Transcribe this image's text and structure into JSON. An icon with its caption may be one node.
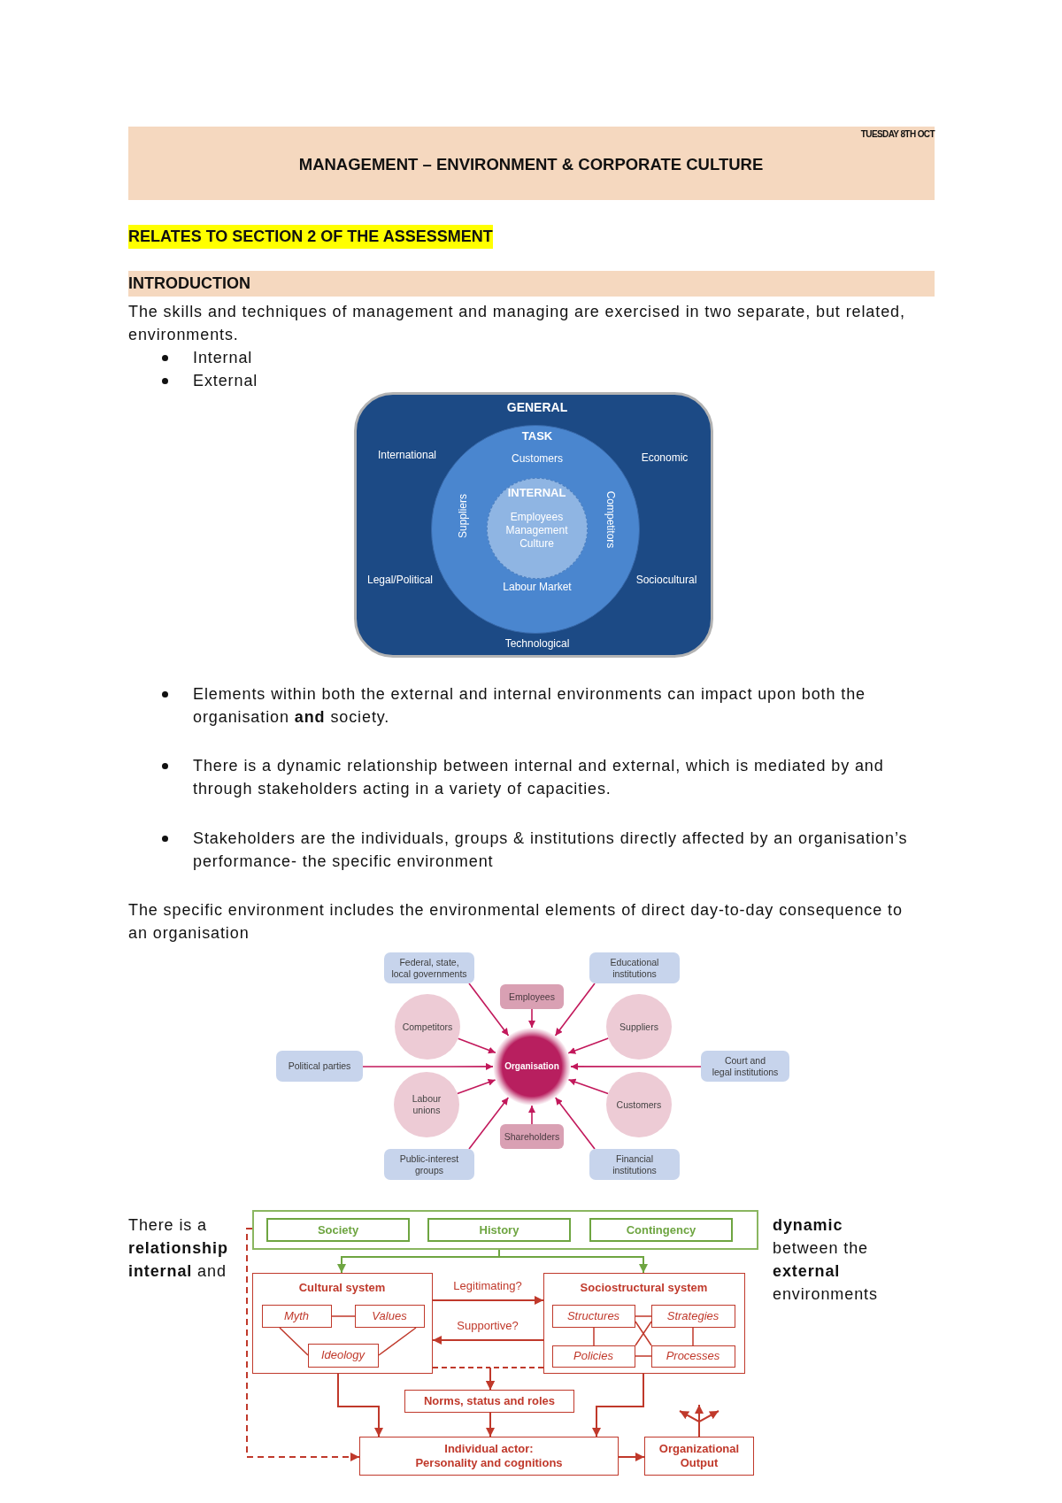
{
  "diagram": {
    "title": "MANAGEMENT – ENVIRONMENT & CORPORATE CULTURE",
    "nodes": [
      {
        "text": [
          "GENERAL",
          "International",
          "Economic",
          "Legal/Political",
          "Sociocultural",
          "Technological"
        ]
      },
      {
        "text": [
          "TASK",
          "Customers",
          "Suppliers",
          "Competitors",
          "Labour Market"
        ],
        "in": 0
      },
      {
        "text": [
          "INTERNAL",
          "Employees Management Culture"
        ],
        "in": 1
      },
      {
        "text": [
          "Federal, state, local governments"
        ]
      },
      {
        "text": [
          "Educational institutions"
        ]
      },
      {
        "text": [
          "Employees"
        ]
      },
      {
        "text": [
          "Competitors"
        ]
      },
      {
        "text": [
          "Suppliers"
        ]
      },
      {
        "text": [
          "Political parties"
        ]
      },
      {
        "text": [
          "Organisation"
        ]
      },
      {
        "text": [
          "Court and legal institutions"
        ]
      },
      {
        "text": [
          "Labour unions"
        ]
      },
      {
        "text": [
          "Customers"
        ]
      },
      {
        "text": [
          "Shareholders"
        ]
      },
      {
        "text": [
          "Public-interest groups"
        ]
      },
      {
        "text": [
          "Financial institutions"
        ]
      },
      {
        "text": [],
        "shape": "box"
      },
      {
        "text": [
          "Society"
        ],
        "in": 16
      },
      {
        "text": [
          "History"
        ],
        "in": 16
      },
      {
        "text": [
          "Contingency"
        ],
        "in": 16
      },
      {
        "text": [
          "Cultural system"
        ]
      },
      {
        "text": [
          "Myth"
        ],
        "in": 20
      },
      {
        "text": [
          "Values"
        ],
        "in": 20
      },
      {
        "text": [
          "Ideology"
        ],
        "in": 20
      },
      {
        "text": [
          "Sociostructural system"
        ]
      },
      {
        "text": [
          "Structures"
        ],
        "in": 24
      },
      {
        "text": [
          "Strategies"
        ],
        "in": 24
      },
      {
        "text": [
          "Policies"
        ],
        "in": 24
      },
      {
        "text": [
          "Processes"
        ],
        "in": 24
      },
      {
        "text": [
          "Norms, status and roles"
        ]
      },
      {
        "text": [
          "Individual actor: Personality and cognitions"
        ]
      },
      {
        "text": [
          "Organizational Output"
        ]
      }
    ],
    "edges": [
      {
        "from": 3,
        "to": 9,
        "arrow": "to",
        "color": "#c2185b"
      },
      {
        "from": 4,
        "to": 9,
        "arrow": "to",
        "color": "#c2185b"
      },
      {
        "from": 5,
        "to": 9,
        "arrow": "to",
        "color": "#c2185b"
      },
      {
        "from": 6,
        "to": 9,
        "arrow": "to",
        "color": "#c2185b"
      },
      {
        "from": 7,
        "to": 9,
        "arrow": "to",
        "color": "#c2185b"
      },
      {
        "from": 8,
        "to": 9,
        "arrow": "to",
        "color": "#c2185b"
      },
      {
        "from": 10,
        "to": 9,
        "arrow": "to",
        "color": "#c2185b"
      },
      {
        "from": 11,
        "to": 9,
        "arrow": "to",
        "color": "#c2185b"
      },
      {
        "from": 12,
        "to": 9,
        "arrow": "to",
        "color": "#c2185b"
      },
      {
        "from": 13,
        "to": 9,
        "arrow": "to",
        "color": "#c2185b"
      },
      {
        "from": 14,
        "to": 9,
        "arrow": "to",
        "color": "#c2185b"
      },
      {
        "from": 15,
        "to": 9,
        "arrow": "to",
        "color": "#c2185b"
      },
      {
        "from": 16,
        "to": 20,
        "arrow": "to",
        "color": "#6ea541"
      },
      {
        "from": 16,
        "to": 24,
        "arrow": "to",
        "color": "#6ea541"
      },
      {
        "from": 16,
        "to": 30,
        "arrow": "to",
        "style": "dashed"
      },
      {
        "from": 20,
        "to": 24,
        "arrow": "to",
        "label": "Legitimating?"
      },
      {
        "from": 24,
        "to": 20,
        "arrow": "to",
        "label": "Supportive?"
      },
      {
        "from": 21,
        "to": 22,
        "arrow": "none"
      },
      {
        "from": 21,
        "to": 23,
        "arrow": "none"
      },
      {
        "from": 22,
        "to": 23,
        "arrow": "none"
      },
      {
        "from": 25,
        "to": 26,
        "arrow": "none"
      },
      {
        "from": 25,
        "to": 27,
        "arrow": "none"
      },
      {
        "from": 26,
        "to": 28,
        "arrow": "none"
      },
      {
        "from": 27,
        "to": 28,
        "arrow": "none"
      },
      {
        "from": 25,
        "to": 28,
        "arrow": "none"
      },
      {
        "from": 26,
        "to": 27,
        "arrow": "none"
      },
      {
        "from": 20,
        "to": 29,
        "arrow": "to",
        "style": "dashed"
      },
      {
        "from": 24,
        "to": 29,
        "arrow": "to",
        "style": "dashed"
      },
      {
        "from": 20,
        "to": 30,
        "arrow": "to"
      },
      {
        "from": 24,
        "to": 30,
        "arrow": "to"
      },
      {
        "from": 29,
        "to": 30,
        "arrow": "to"
      },
      {
        "from": 30,
        "to": 31,
        "arrow": "to"
      },
      {
        "from": 31,
        "to": null,
        "arrow": "to"
      },
      {
        "from": 31,
        "to": null,
        "arrow": "to"
      },
      {
        "from": 31,
        "to": null,
        "arrow": "to"
      }
    ],
    "labels": [
      "TUESDAY 8TH OCT",
      "RELATES TO SECTION 2 OF THE ASSESSMENT",
      "INTRODUCTION",
      "The skills and techniques of management and managing are exercised in two separate, but related, environments.",
      "Internal",
      "External",
      "Elements within both the external and internal environments can impact upon both the organisation **and** society.",
      "There is a dynamic relationship between internal and external, which is mediated by and through stakeholders acting in a variety of capacities.",
      "Stakeholders are the individuals, groups & institutions directly affected by an organisation’s performance- the specific environment",
      "The specific environment includes the environmental elements of direct day-to-day consequence to an organisation",
      "There is a **relationship internal** and",
      "**dynamic** between the **external** environments"
    ]
  }
}
